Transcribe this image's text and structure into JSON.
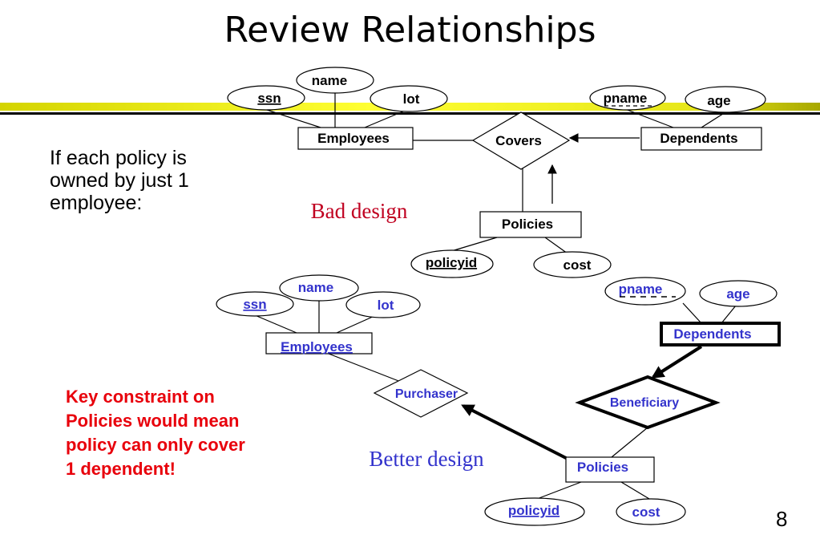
{
  "slide": {
    "title": "Review Relationships",
    "page_number": "8",
    "note_left": "If each policy is\nowned by just 1\nemployee:",
    "note_red": "Key constraint on\n Policies would mean\n policy can only cover\n 1 dependent!"
  },
  "top_diagram": {
    "caption": "Bad design",
    "employees": "Employees",
    "covers": "Covers",
    "dependents": "Dependents",
    "policies": "Policies",
    "attr_name": "name",
    "attr_ssn": "ssn",
    "attr_lot": "lot",
    "attr_pname": "pname",
    "attr_age": "age",
    "attr_policyid": "policyid",
    "attr_cost": "cost"
  },
  "bottom_diagram": {
    "caption": "Better design",
    "employees": "Employees",
    "purchaser": "Purchaser",
    "dependents": "Dependents",
    "beneficiary": "Beneficiary",
    "policies": "Policies",
    "attr_name": "name",
    "attr_ssn": "ssn",
    "attr_lot": "lot",
    "attr_pname": "pname",
    "attr_age": "age",
    "attr_policyid": "policyid",
    "attr_cost": "cost"
  },
  "colors": {
    "accent_bar": "#d4d400",
    "bottom_text": "#3333cc",
    "caption_bad": "#c00020",
    "caption_good": "#3333cc",
    "note_red": "#e8000b"
  }
}
